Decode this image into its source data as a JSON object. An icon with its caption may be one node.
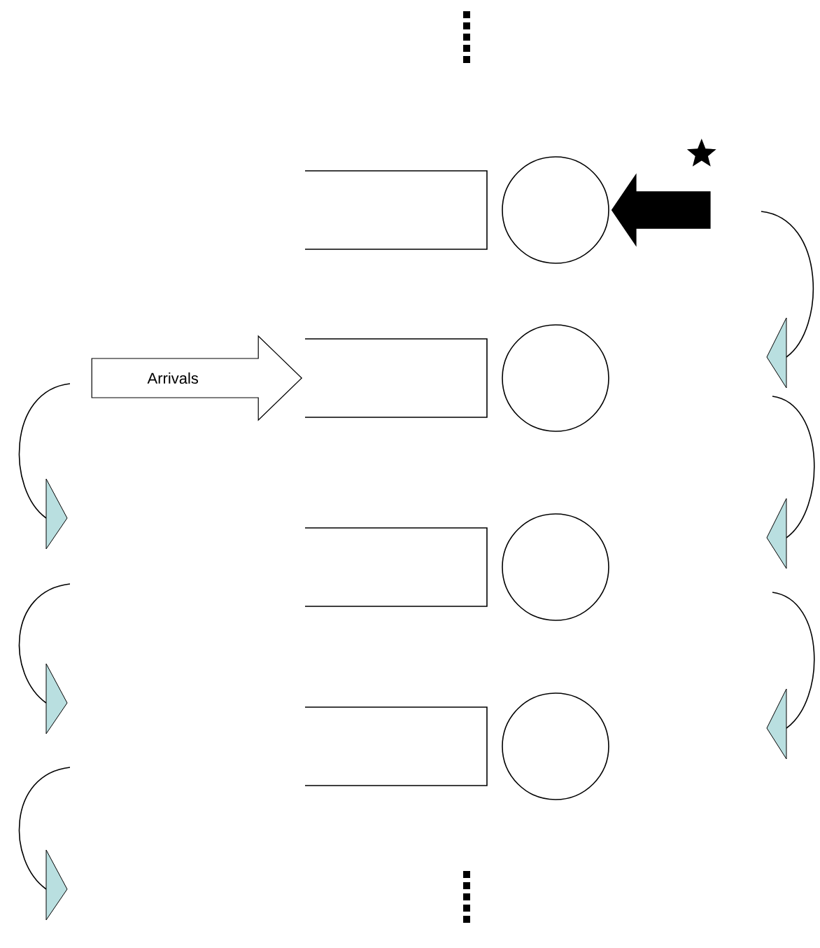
{
  "diagram": {
    "nodes": [
      {
        "text": [],
        "shape": "box"
      },
      {
        "text": [],
        "shape": "circle"
      },
      {
        "text": [],
        "shape": "box"
      },
      {
        "text": [],
        "shape": "circle"
      },
      {
        "text": [],
        "shape": "box"
      },
      {
        "text": [],
        "shape": "circle"
      },
      {
        "text": [],
        "shape": "box"
      },
      {
        "text": [],
        "shape": "circle"
      }
    ],
    "edges": [
      {
        "from": null,
        "to": 1,
        "arrow": "to",
        "style": "thick"
      },
      {
        "from": null,
        "to": 2,
        "arrow": "to",
        "label": "Arrivals"
      }
    ]
  }
}
